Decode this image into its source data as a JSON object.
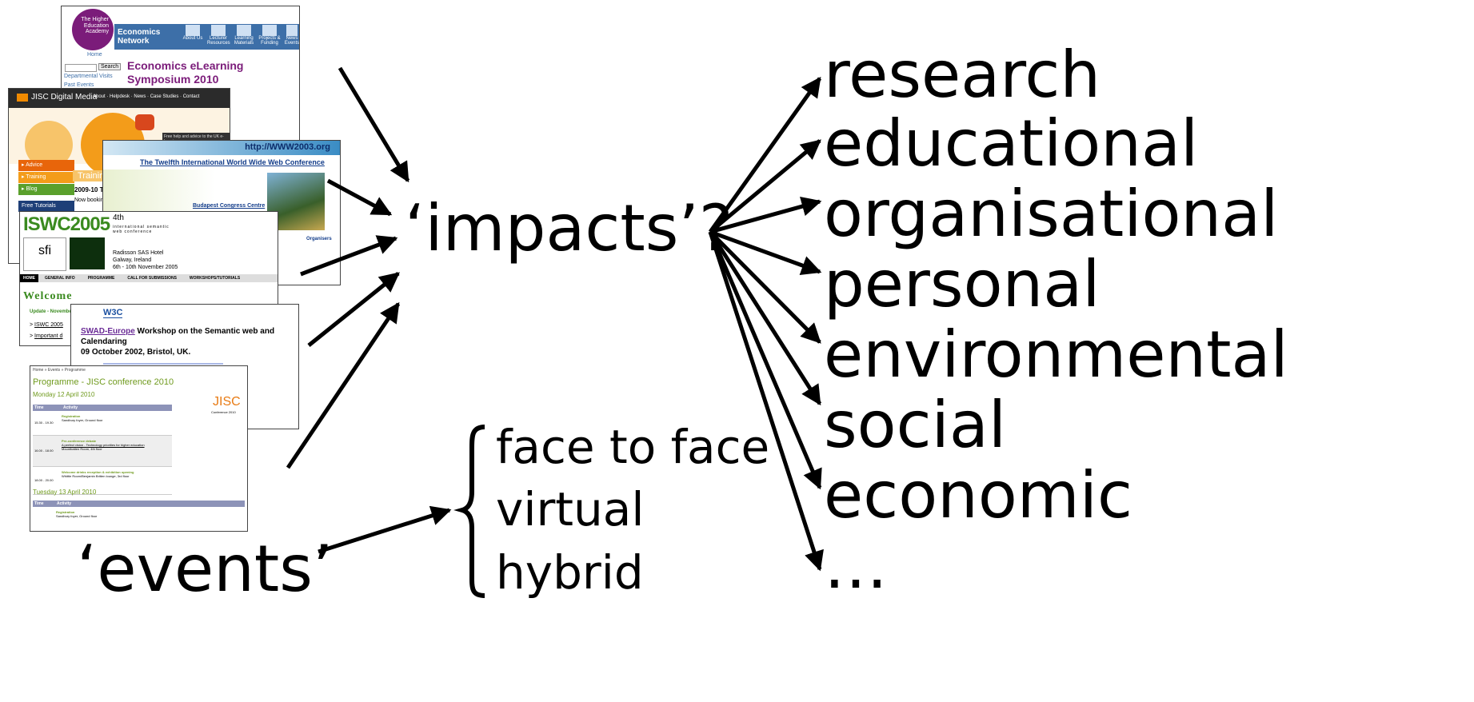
{
  "center": {
    "label": "‘impacts’?"
  },
  "events": {
    "label": "‘events’"
  },
  "event_types": [
    "face to face",
    "virtual",
    "hybrid"
  ],
  "impacts": [
    "research",
    "educational",
    "organisational",
    "personal",
    "environmental",
    "social",
    "economic",
    "…"
  ],
  "screenshots": {
    "econ": {
      "academy": "The Higher Education Academy",
      "network": "Economics Network",
      "nav": [
        "About Us",
        "Lecturer Resources",
        "Learning Materials",
        "Projects & Funding",
        "News Events"
      ],
      "home": "Home",
      "search": "Search",
      "side": [
        "Departmental Visits",
        "Past Events"
      ],
      "title": "Economics eLearning Symposium 2010"
    },
    "jiscdm": {
      "brand": "JISC Digital Media",
      "nav": "About · Helpdesk · News · Case Studies · Contact",
      "tagline": "Free help and advice to the UK e-learning",
      "menu": [
        "Advice",
        "Training",
        "Blog"
      ],
      "free": "Free Tutorials",
      "training": "Training",
      "dates": "2009-10 T",
      "booking": "Now booking"
    },
    "www2003": {
      "url": "http://WWW2003.org",
      "title": "The Twelfth International World Wide Web Conference",
      "venue": "Budapest Congress Centre",
      "organisers": "Organisers"
    },
    "iswc": {
      "logo": "ISWC2005",
      "num": "4th",
      "conf": "international semantic web conference",
      "hotel": "Radisson SAS Hotel",
      "city": "Galway, Ireland",
      "dates": "6th - 10th November 2005",
      "sfi": "sfi",
      "nav": [
        "HOME",
        "GENERAL INFO",
        "PROGRAMME",
        "CALL FOR SUBMISSIONS",
        "WORKSHOPS/TUTORIALS"
      ],
      "welcome": "Welcome",
      "update": "Update - Novembe",
      "links": [
        "ISWC 2005",
        "Important d"
      ]
    },
    "swad": {
      "w3c": "W3C",
      "link": "SWAD-Europe",
      "title": " Workshop on the Semantic web and Calendaring",
      "date": "09 October 2002, Bristol, UK."
    },
    "jisc2010": {
      "crumb": "Home » Events » Programme",
      "title": "Programme - JISC conference 2010",
      "day1": "Monday 12 April 2010",
      "logo": "JISC",
      "logo_sub": "Conference 2010",
      "head_time": "Time",
      "head_activity": "Activity",
      "rows": [
        {
          "time": "15.30 - 19.30",
          "title": "Registration",
          "where": "Sandbury foyer, Ground floor"
        },
        {
          "time": "16.00 - 18.00",
          "title": "Pre-conference debate",
          "link": "A perfect vision - Technology priorities for higher education",
          "where": "Mountbatten Room, 4th floor"
        },
        {
          "time": "18.00 - 20.00",
          "title": "Welcome drinks reception & exhibition opening",
          "where": "Whittle Room/Benjamin Britten lounge, 3rd floor"
        }
      ],
      "day2": "Tuesday 13 April 2010",
      "row2": {
        "title": "Registration",
        "where": "Sandbury foyer, Ground floor"
      }
    }
  }
}
